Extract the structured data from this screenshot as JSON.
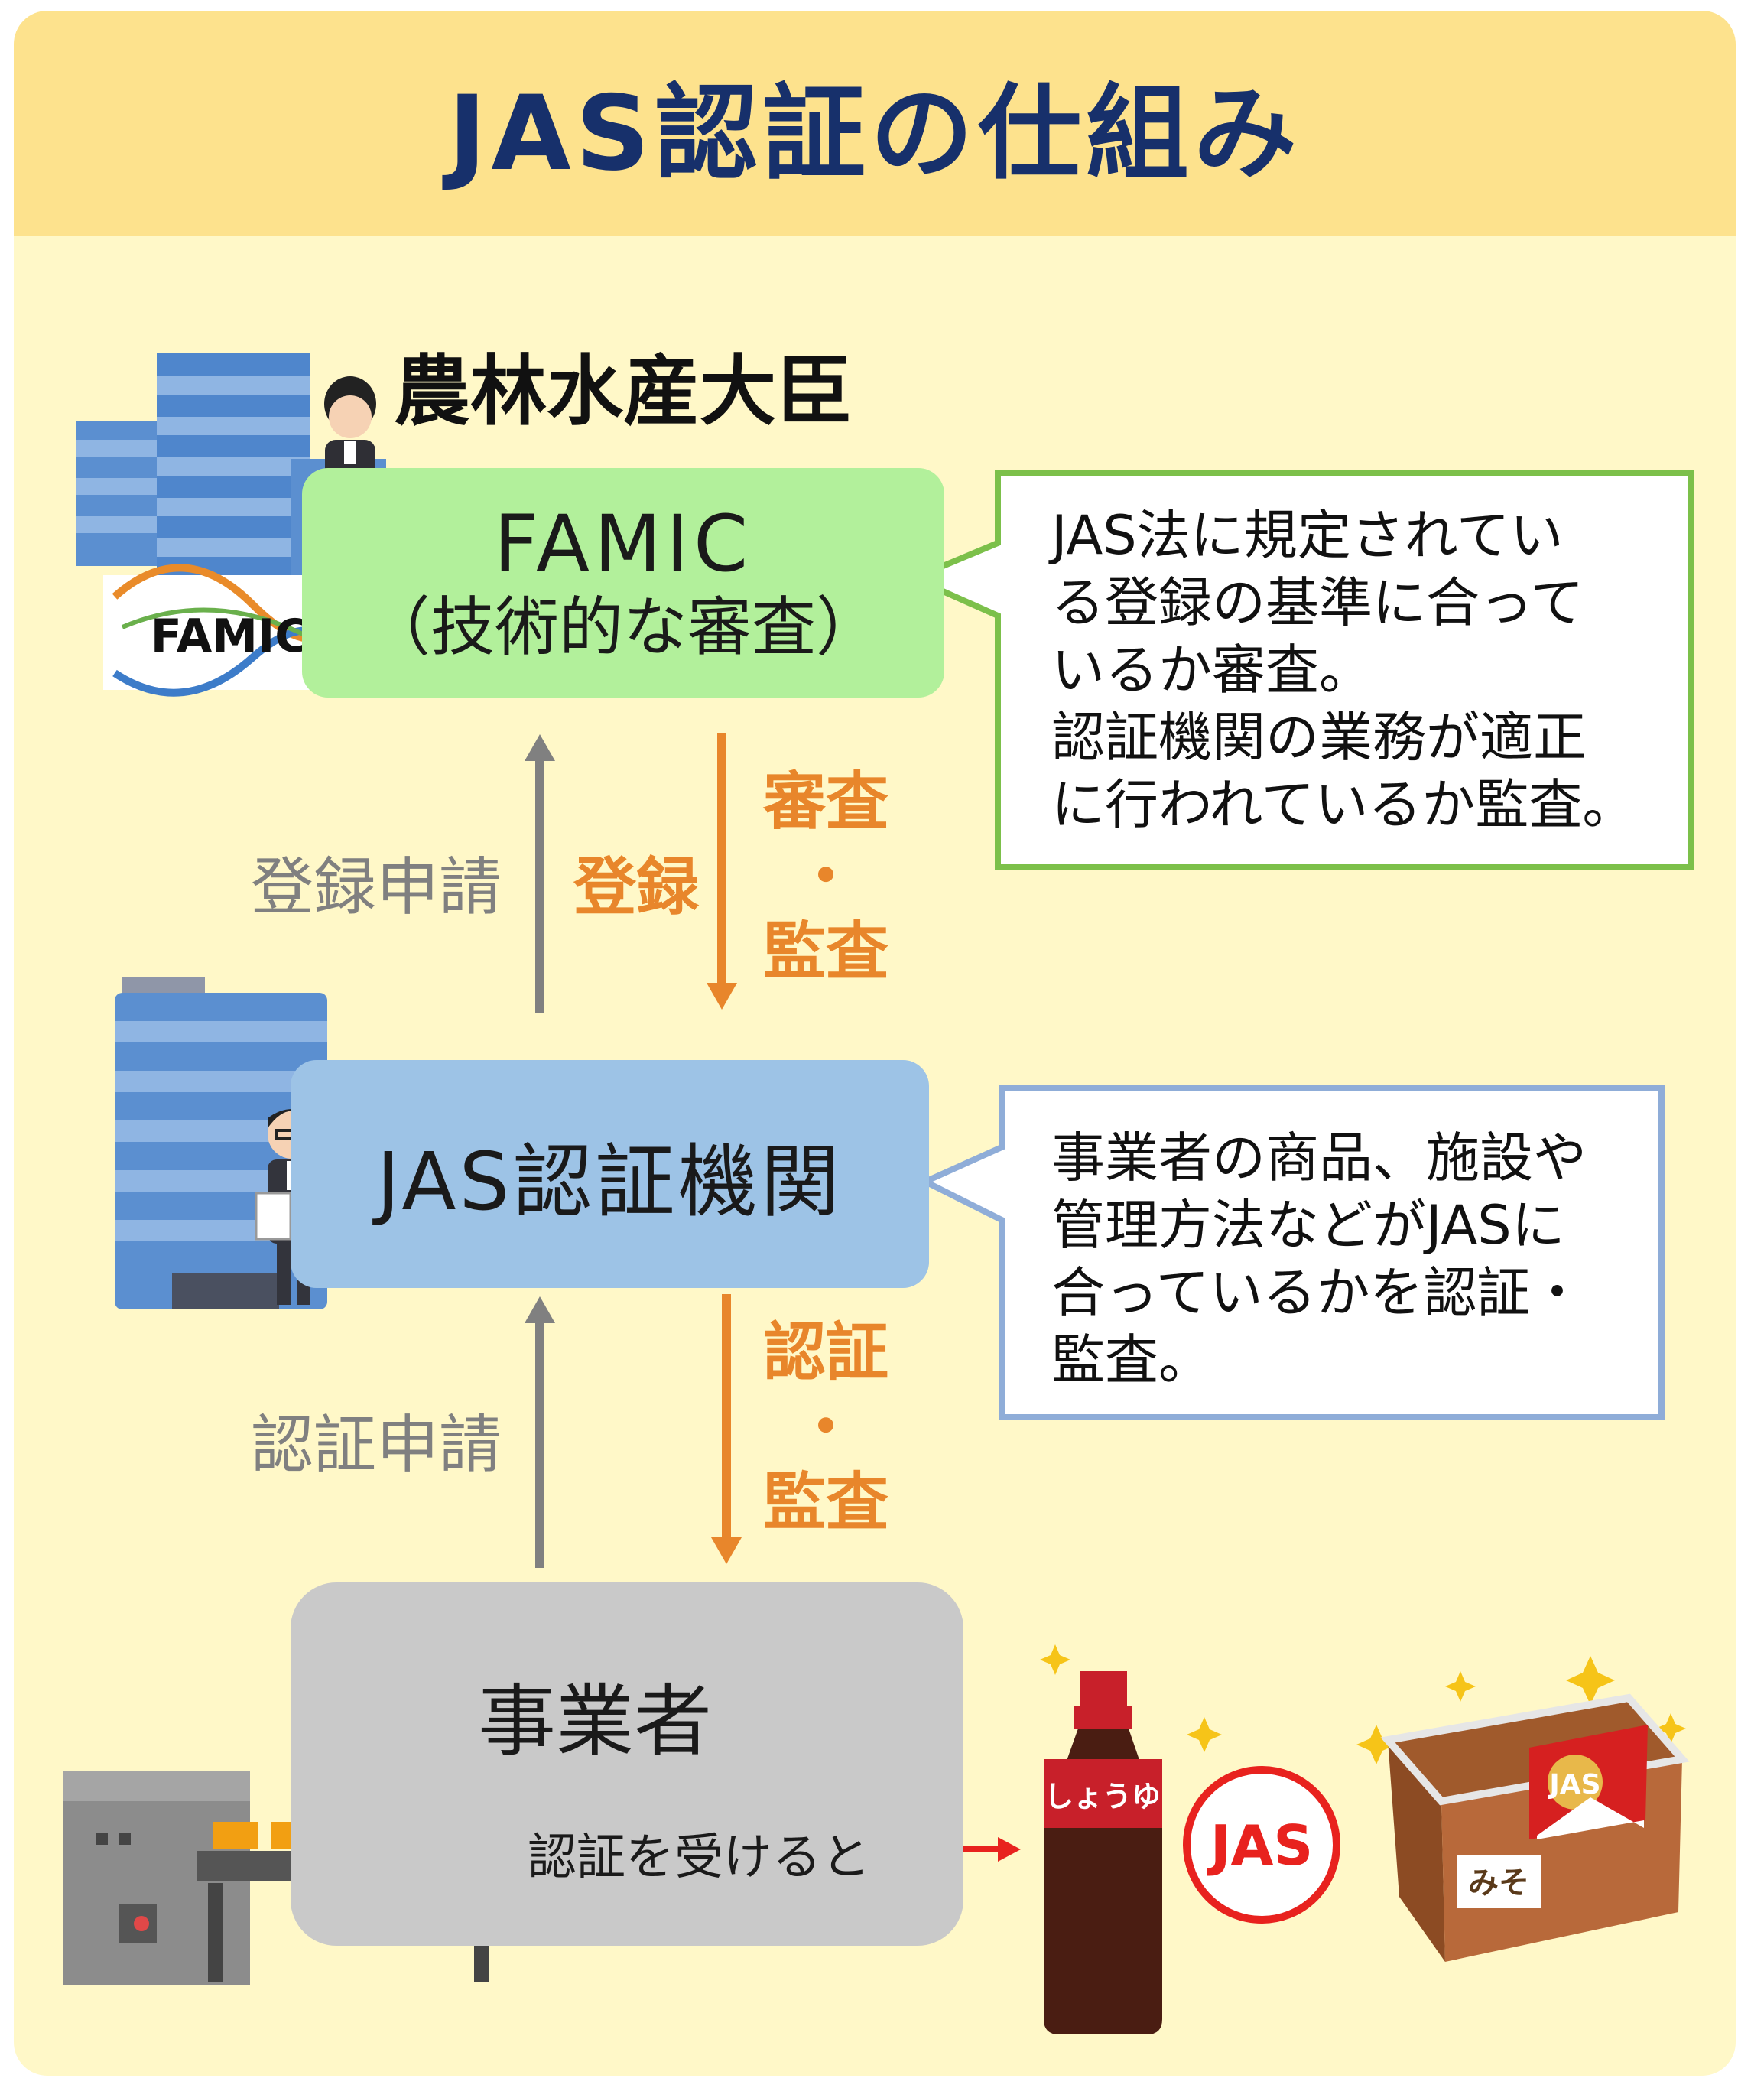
{
  "title": "JAS認証の仕組み",
  "minister": "農林水産大臣",
  "famic": {
    "name": "FAMIC",
    "subtitle": "（技術的な審査）",
    "logo_text": "FAMIC",
    "callout": [
      "JAS法に規定されてい",
      "る登録の基準に合って",
      "いるか審査。",
      "認証機関の業務が適正",
      "に行われているか監査。"
    ]
  },
  "arrows_top": {
    "up_label": "登録申請",
    "orange_label": "登録",
    "down_label": [
      "審査",
      "・",
      "監査"
    ]
  },
  "jas_body": {
    "name": "JAS認証機関",
    "callout": [
      "事業者の商品、施設や",
      "管理方法などがJASに",
      "合っているかを認証・",
      "監査。"
    ]
  },
  "arrows_bottom": {
    "up_label": "認証申請",
    "down_label": [
      "認証",
      "・",
      "監査"
    ]
  },
  "business": {
    "name": "事業者",
    "note": "認証を受けると"
  },
  "products": {
    "soy_label": "しょうゆ",
    "jas_mark": "JAS",
    "miso_label": "みそ",
    "miso_mark": "JAS"
  },
  "colors": {
    "header": "#fde28d",
    "background": "#fff8c8",
    "title": "#17306b",
    "famic_box": "#b2f09b",
    "jas_box": "#9dc3e6",
    "business_box": "#c9c9c9",
    "famic_callout_border": "#7cc04a",
    "jas_callout_border": "#8fadd8",
    "arrow_gray": "#808080",
    "arrow_orange": "#e8862b",
    "arrow_red": "#e8221e"
  }
}
